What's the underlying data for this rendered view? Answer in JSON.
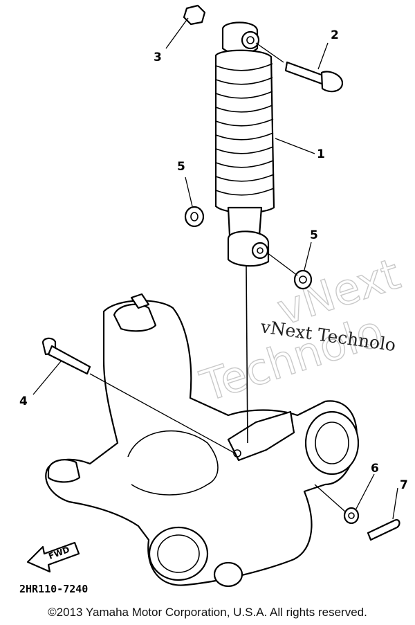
{
  "callouts": [
    {
      "id": "1",
      "label": "1"
    },
    {
      "id": "2",
      "label": "2"
    },
    {
      "id": "3",
      "label": "3"
    },
    {
      "id": "4",
      "label": "4"
    },
    {
      "id": "5a",
      "label": "5"
    },
    {
      "id": "5b",
      "label": "5"
    },
    {
      "id": "6",
      "label": "6"
    },
    {
      "id": "7",
      "label": "7"
    }
  ],
  "fwd_label": "FWD",
  "diagram_code": "2HR110-7240",
  "watermark": {
    "line1": "vNext Technolo",
    "line2": "vNext",
    "line3": "Technolo"
  },
  "copyright": "©2013 Yamaha Motor Corporation, U.S.A. All rights reserved."
}
